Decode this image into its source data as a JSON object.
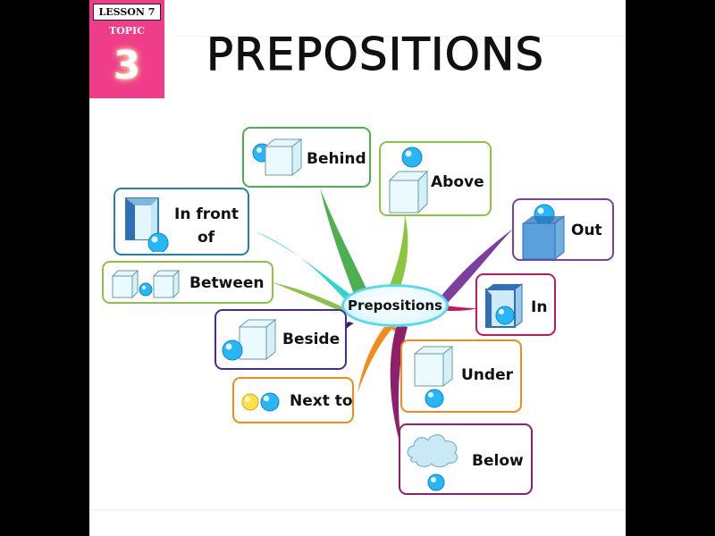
{
  "badge": {
    "lesson": "LESSON 7",
    "topic": "TOPIC",
    "number": "3"
  },
  "title": "PREPOSITIONS",
  "center": {
    "label": "Prepositions"
  },
  "nodes": {
    "behind": "Behind",
    "above": "Above",
    "in_front_of_line1": "In front",
    "in_front_of_line2": "of",
    "out": "Out",
    "between": "Between",
    "in": "In",
    "beside": "Beside",
    "under": "Under",
    "next_to": "Next to",
    "below": "Below"
  },
  "colors": {
    "badge": "#f03d8a",
    "behind": "#4caf50",
    "above": "#8cc63f",
    "in_front_of": "#2a7fa8",
    "out": "#7b3fa0",
    "between": "#8bc34a",
    "in": "#c2185b",
    "beside": "#4a2a8c",
    "under": "#f08a1c",
    "next_to": "#f28a1c",
    "below": "#8e1f6b",
    "center_outline": "#5ad8f0"
  }
}
